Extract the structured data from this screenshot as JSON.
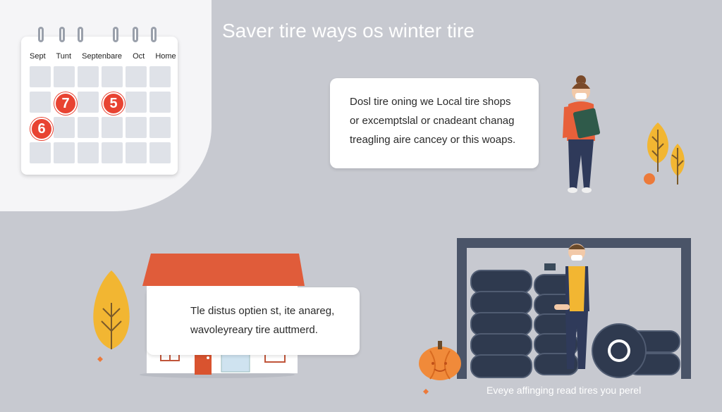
{
  "title": "Saver tire ways os winter tire",
  "calendar": {
    "months": [
      "Sept",
      "Tunt",
      "Septenbare",
      "Oct",
      "Home"
    ],
    "highlights": [
      {
        "label": "7"
      },
      {
        "label": "5"
      },
      {
        "label": "6"
      }
    ]
  },
  "info_card": {
    "lines": [
      "Dosl tire oning we Local tire shops",
      "or excemptslal or cnadeant chanag",
      "treagling aire cancey or this woaps."
    ]
  },
  "home_card": {
    "lines": [
      "Tle distus optien st, ite anareg,",
      "wavoleyreary tire auttmerd."
    ]
  },
  "footer": "Eveye affinging read tires you perel",
  "colors": {
    "background": "#c7c9d0",
    "accent_red": "#e84332",
    "roof": "#e05c3a",
    "leaf_yellow": "#f2b632",
    "tire": "#2f3a4f"
  }
}
